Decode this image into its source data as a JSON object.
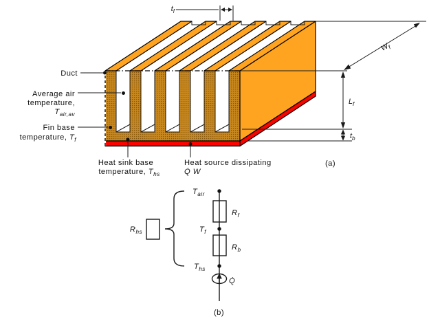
{
  "panel_a": {
    "tag": "(a)",
    "colors": {
      "fin_surface_orange": "#ffa420",
      "fin_front_hatch_base": "#c9881e",
      "fin_front_hatch_dot": "#8a5a10",
      "heat_source_red": "#f90400"
    },
    "labels": {
      "duct": "Duct",
      "avg_air_line1": "Average air",
      "avg_air_line2": "temperature,",
      "avg_air_sym": "T",
      "avg_air_sub": "air,av",
      "fin_base_line1": "Fin base",
      "fin_base_line2": "temperature, ",
      "fin_base_sym": "T",
      "fin_base_sub": "f",
      "heat_sink_line1": "Heat sink base",
      "heat_sink_line2": "temperature, ",
      "heat_sink_sym": "T",
      "heat_sink_sub": "hs",
      "heat_source_line1": "Heat source dissipating",
      "heat_source_line2": "Q̇ W"
    },
    "dims": {
      "tf_sym": "t",
      "tf_sub": "f",
      "wf_sym": "W",
      "wf_sub": "f",
      "lf_sym": "L",
      "lf_sub": "f",
      "tb_sym": "t",
      "tb_sub": "b"
    }
  },
  "panel_b": {
    "tag": "(b)",
    "labels": {
      "rhs_sym": "R",
      "rhs_sub": "hs",
      "tair_sym": "T",
      "tair_sub": "air",
      "tf_sym": "T",
      "tf_sub": "f",
      "ths_sym": "T",
      "ths_sub": "hs",
      "rf_sym": "R",
      "rf_sub": "f",
      "rb_sym": "R",
      "rb_sub": "b",
      "q_sym": "Q̇"
    }
  }
}
